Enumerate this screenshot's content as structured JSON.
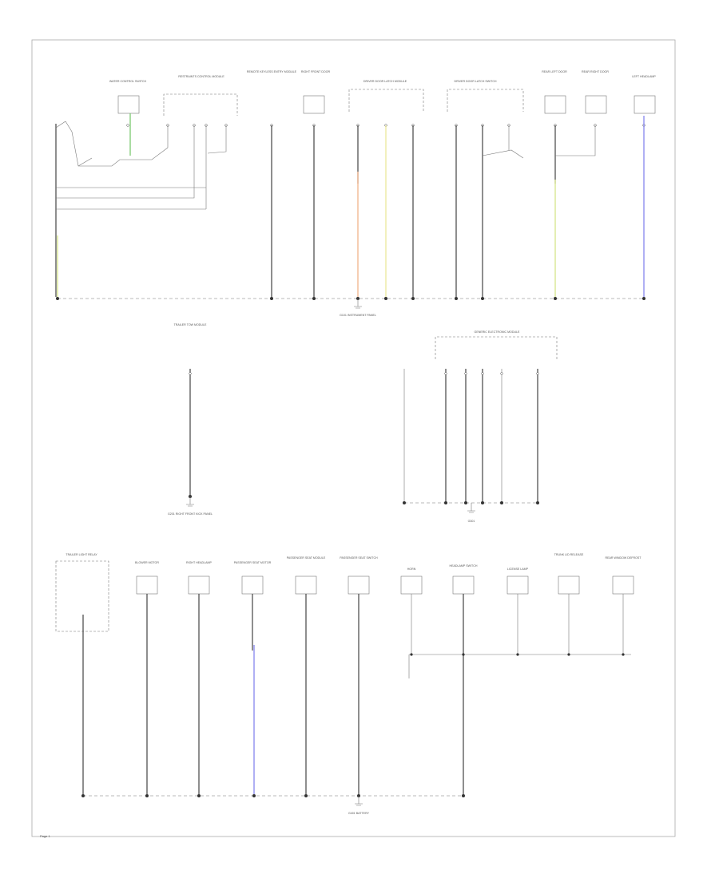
{
  "colors": {
    "wire_default": "#444444",
    "wire_green": "#7bc96f",
    "wire_yellow_green": "#d6e48a",
    "wire_orange": "#f2b48a",
    "wire_yellow": "#ece79a",
    "wire_blue": "#8e8ef0",
    "ground_node": "#333333"
  },
  "top_section": {
    "components": [
      {
        "name": "WATER CONTROL SWITCH"
      },
      {
        "name": "RESTRAINTS CONTROL MODULE"
      },
      {
        "name": "REMOTE KEYLESS ENTRY MODULE"
      },
      {
        "name": "RIGHT FRONT DOOR"
      },
      {
        "name": "DRIVER DOOR LATCH MODULE"
      },
      {
        "name": "DRIVER DOOR LATCH SWITCH"
      },
      {
        "name": "REAR LEFT DOOR"
      },
      {
        "name": "REAR RIGHT DOOR"
      },
      {
        "name": "LEFT HEADLAMP"
      }
    ],
    "ground_label": "G101 INSTRUMENT PANEL"
  },
  "middle_left": {
    "component": "TRAILER TOW MODULE",
    "ground_label": "G201 RIGHT FRONT KICK PANEL"
  },
  "middle_right": {
    "component": "GENERIC ELECTRONIC MODULE",
    "ground_label": "G301"
  },
  "bottom_section": {
    "components": [
      {
        "name": "TRAILER LIGHT RELAY"
      },
      {
        "name": "BLOWER MOTOR"
      },
      {
        "name": "RIGHT HEADLAMP"
      },
      {
        "name": "PASSENGER SEAT MOTOR"
      },
      {
        "name": "PASSENGER SEAT MODULE"
      },
      {
        "name": "PASSENGER SEAT SWITCH"
      },
      {
        "name": "HORN"
      },
      {
        "name": "HEADLAMP SWITCH"
      },
      {
        "name": "LICENSE LAMP"
      },
      {
        "name": "TRUNK LID RELEASE"
      },
      {
        "name": "REAR WINDOW DEFROST"
      }
    ],
    "ground_label": "G401 BATTERY"
  },
  "footer": {
    "page_mark": "Page 1"
  }
}
